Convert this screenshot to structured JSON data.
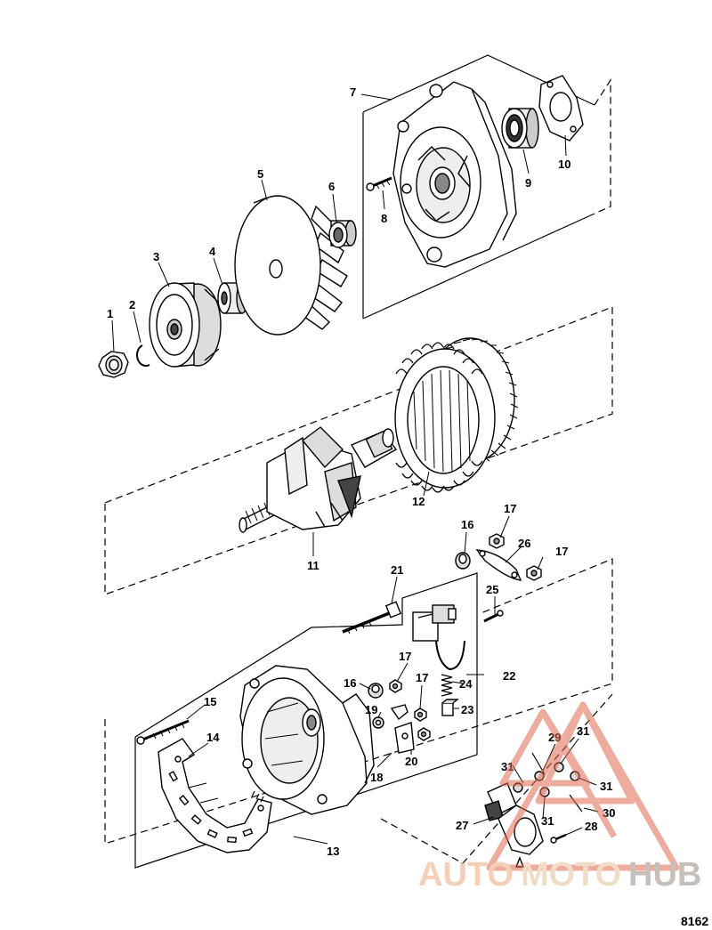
{
  "diagram": {
    "reference_number": "8162",
    "watermark": {
      "part1": "AUTO",
      "part2": "MOTO",
      "part3": "HUB",
      "color_primary": "#f0a880",
      "color_secondary": "#e3c29c",
      "color_dark": "#c0a890"
    },
    "callouts": {
      "c1": "1",
      "c2": "2",
      "c3": "3",
      "c4": "4",
      "c5": "5",
      "c6": "6",
      "c7": "7",
      "c8": "8",
      "c9": "9",
      "c10": "10",
      "c11": "11",
      "c12": "12",
      "c13": "13",
      "c14": "14",
      "c15": "15",
      "c16a": "16",
      "c16b": "16",
      "c17a": "17",
      "c17b": "17",
      "c17c": "17",
      "c17d": "17",
      "c18": "18",
      "c19": "19",
      "c20": "20",
      "c21": "21",
      "c22": "22",
      "c23": "23",
      "c24": "24",
      "c25": "25",
      "c26": "26",
      "c27": "27",
      "c28": "28",
      "c29": "29",
      "c30": "30",
      "c31a": "31",
      "c31b": "31",
      "c31c": "31",
      "c31d": "31"
    },
    "parts": {
      "p1": "nut-icon",
      "p2": "snap-ring-icon",
      "p3": "pulley-icon",
      "p4": "spacer-icon",
      "p5": "fan-icon",
      "p6": "collar-icon",
      "p7": "drive-end-housing-icon",
      "p8": "screw-icon",
      "p9": "bearing-icon",
      "p10": "retainer-plate-icon",
      "p11": "rotor-icon",
      "p12": "stator-icon",
      "p13": "slip-ring-end-housing-icon",
      "p14": "heat-sink-icon",
      "p15": "screw-icon",
      "p21": "through-bolt-icon",
      "p22": "brush-holder-icon",
      "p23": "brush-icon",
      "p24": "spring-icon",
      "p26": "link-plate-icon",
      "p27": "regulator-icon"
    }
  }
}
